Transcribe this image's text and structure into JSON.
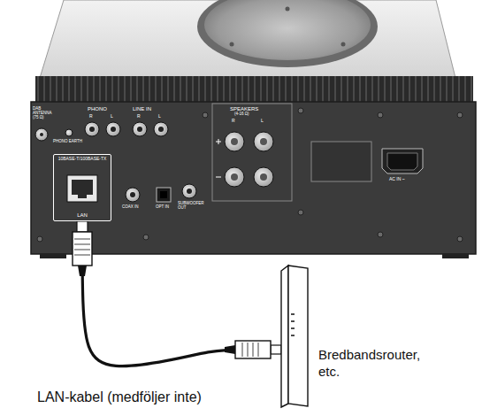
{
  "diagram": {
    "nodes": [
      {
        "text": [
          "10BASE-T/100BASE-TX",
          "LAN"
        ]
      },
      {
        "text": [
          "Bredbandsrouter, etc."
        ]
      }
    ],
    "edges": [
      {
        "from": 0,
        "to": 1,
        "arrow": "none",
        "label": "LAN-kabel (medföljer inte)"
      }
    ],
    "labels": [
      "DAB ANTENNA (75 Ω)",
      "PHONO EARTH",
      "PHONO",
      "R",
      "L",
      "LINE IN",
      "R",
      "L",
      "SPEAKERS",
      "(4-16 Ω)",
      "R",
      "L",
      "COAX IN",
      "OPT IN",
      "SUBWOOFER OUT",
      "AC IN ~"
    ]
  }
}
